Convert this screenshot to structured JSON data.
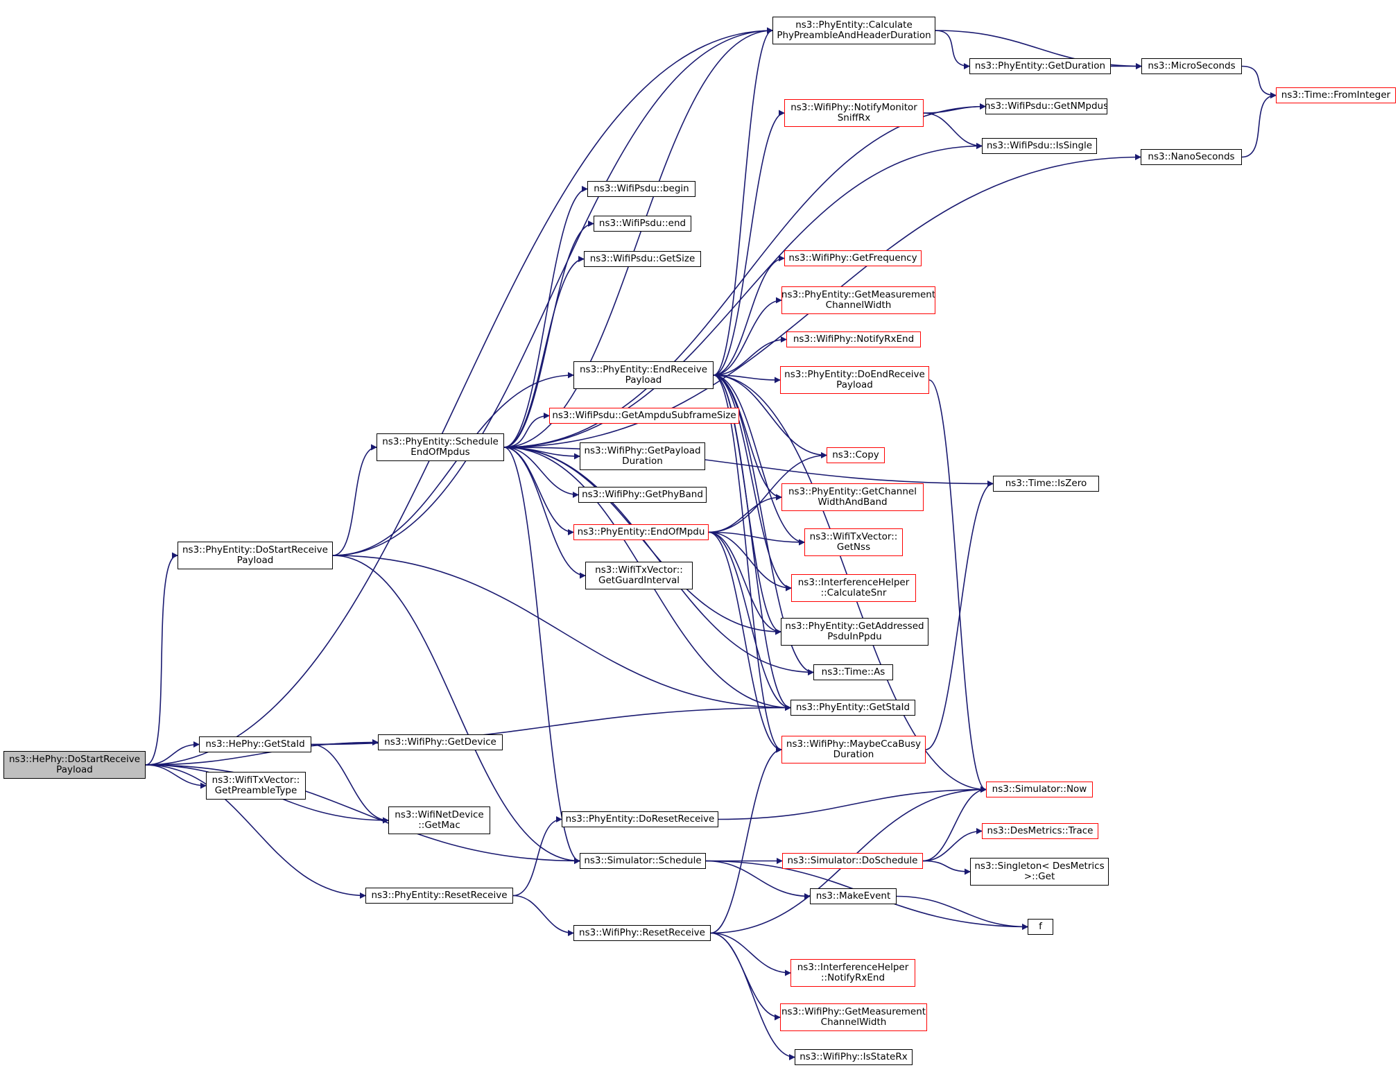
{
  "colors": {
    "edge": "#191970",
    "border_default": "#000000",
    "border_truncated": "#ff0000",
    "root_fill": "#bfbfbf"
  },
  "nodes": [
    {
      "id": "root",
      "lines": [
        "ns3::HePhy::DoStartReceive",
        "Payload"
      ],
      "style": "root"
    },
    {
      "id": "phy_dostart",
      "lines": [
        "ns3::PhyEntity::DoStartReceive",
        "Payload"
      ],
      "style": "normal"
    },
    {
      "id": "he_getstaid",
      "lines": [
        "ns3::HePhy::GetStaId"
      ],
      "style": "normal"
    },
    {
      "id": "wtv_getpreamble",
      "lines": [
        "ns3::WifiTxVector::",
        "GetPreambleType"
      ],
      "style": "normal"
    },
    {
      "id": "phy_resetreceive",
      "lines": [
        "ns3::PhyEntity::ResetReceive"
      ],
      "style": "normal"
    },
    {
      "id": "wifiphy_getdevice",
      "lines": [
        "ns3::WifiPhy::GetDevice"
      ],
      "style": "normal"
    },
    {
      "id": "wnd_getmac",
      "lines": [
        "ns3::WifiNetDevice",
        "::GetMac"
      ],
      "style": "normal"
    },
    {
      "id": "sched_endofmpdus",
      "lines": [
        "ns3::PhyEntity::Schedule",
        "EndOfMpdus"
      ],
      "style": "normal"
    },
    {
      "id": "calc_preamble",
      "lines": [
        "ns3::PhyEntity::Calculate",
        "PhyPreambleAndHeaderDuration"
      ],
      "style": "normal"
    },
    {
      "id": "phyentity_getduration",
      "lines": [
        "ns3::PhyEntity::GetDuration"
      ],
      "style": "normal"
    },
    {
      "id": "microseconds",
      "lines": [
        "ns3::MicroSeconds"
      ],
      "style": "normal"
    },
    {
      "id": "time_frominteger",
      "lines": [
        "ns3::Time::FromInteger"
      ],
      "style": "red"
    },
    {
      "id": "notify_monitor",
      "lines": [
        "ns3::WifiPhy::NotifyMonitor",
        "SniffRx"
      ],
      "style": "red"
    },
    {
      "id": "psdu_getnmpdus",
      "lines": [
        "ns3::WifiPsdu::GetNMpdus"
      ],
      "style": "normal"
    },
    {
      "id": "psdu_issingle",
      "lines": [
        "ns3::WifiPsdu::IsSingle"
      ],
      "style": "normal"
    },
    {
      "id": "nanoseconds",
      "lines": [
        "ns3::NanoSeconds"
      ],
      "style": "normal"
    },
    {
      "id": "psdu_begin",
      "lines": [
        "ns3::WifiPsdu::begin"
      ],
      "style": "normal"
    },
    {
      "id": "psdu_end",
      "lines": [
        "ns3::WifiPsdu::end"
      ],
      "style": "normal"
    },
    {
      "id": "psdu_getsize",
      "lines": [
        "ns3::WifiPsdu::GetSize"
      ],
      "style": "normal"
    },
    {
      "id": "wifiphy_getfrequency",
      "lines": [
        "ns3::WifiPhy::GetFrequency"
      ],
      "style": "red"
    },
    {
      "id": "phy_getmeas_cw",
      "lines": [
        "ns3::PhyEntity::GetMeasurement",
        "ChannelWidth"
      ],
      "style": "red"
    },
    {
      "id": "wifiphy_notifyrxend",
      "lines": [
        "ns3::WifiPhy::NotifyRxEnd"
      ],
      "style": "red"
    },
    {
      "id": "endreceivepayload",
      "lines": [
        "ns3::PhyEntity::EndReceive",
        "Payload"
      ],
      "style": "normal"
    },
    {
      "id": "doendreceivepayload",
      "lines": [
        "ns3::PhyEntity::DoEndReceive",
        "Payload"
      ],
      "style": "red"
    },
    {
      "id": "getampdusubframesize",
      "lines": [
        "ns3::WifiPsdu::GetAmpduSubframeSize"
      ],
      "style": "red"
    },
    {
      "id": "getpayloadduration",
      "lines": [
        "ns3::WifiPhy::GetPayload",
        "Duration"
      ],
      "style": "normal"
    },
    {
      "id": "getphyband",
      "lines": [
        "ns3::WifiPhy::GetPhyBand"
      ],
      "style": "normal"
    },
    {
      "id": "copy",
      "lines": [
        "ns3::Copy"
      ],
      "style": "red"
    },
    {
      "id": "getchannelwidthandband",
      "lines": [
        "ns3::PhyEntity::GetChannel",
        "WidthAndBand"
      ],
      "style": "red"
    },
    {
      "id": "endofmpdu",
      "lines": [
        "ns3::PhyEntity::EndOfMpdu"
      ],
      "style": "red"
    },
    {
      "id": "getnss",
      "lines": [
        "ns3::WifiTxVector::",
        "GetNss"
      ],
      "style": "red"
    },
    {
      "id": "getguardinterval",
      "lines": [
        "ns3::WifiTxVector::",
        "GetGuardInterval"
      ],
      "style": "normal"
    },
    {
      "id": "calculatesnr",
      "lines": [
        "ns3::InterferenceHelper",
        "::CalculateSnr"
      ],
      "style": "red"
    },
    {
      "id": "getaddressedpsdu",
      "lines": [
        "ns3::PhyEntity::GetAddressed",
        "PsduInPpdu"
      ],
      "style": "normal"
    },
    {
      "id": "time_as",
      "lines": [
        "ns3::Time::As"
      ],
      "style": "normal"
    },
    {
      "id": "phy_getstaid",
      "lines": [
        "ns3::PhyEntity::GetStaId"
      ],
      "style": "normal"
    },
    {
      "id": "maybeccabusy",
      "lines": [
        "ns3::WifiPhy::MaybeCcaBusy",
        "Duration"
      ],
      "style": "red"
    },
    {
      "id": "time_iszero",
      "lines": [
        "ns3::Time::IsZero"
      ],
      "style": "normal"
    },
    {
      "id": "simulator_now",
      "lines": [
        "ns3::Simulator::Now"
      ],
      "style": "red"
    },
    {
      "id": "phy_doresetreceive",
      "lines": [
        "ns3::PhyEntity::DoResetReceive"
      ],
      "style": "normal"
    },
    {
      "id": "simulator_schedule",
      "lines": [
        "ns3::Simulator::Schedule"
      ],
      "style": "normal"
    },
    {
      "id": "simulator_doschedule",
      "lines": [
        "ns3::Simulator::DoSchedule"
      ],
      "style": "red"
    },
    {
      "id": "desmetrics_trace",
      "lines": [
        "ns3::DesMetrics::Trace"
      ],
      "style": "red"
    },
    {
      "id": "singleton_get",
      "lines": [
        "ns3::Singleton< DesMetrics",
        ">::Get"
      ],
      "style": "normal"
    },
    {
      "id": "makeevent",
      "lines": [
        "ns3::MakeEvent"
      ],
      "style": "normal"
    },
    {
      "id": "f",
      "lines": [
        "f"
      ],
      "style": "normal"
    },
    {
      "id": "wifiphy_resetreceive",
      "lines": [
        "ns3::WifiPhy::ResetReceive"
      ],
      "style": "normal"
    },
    {
      "id": "ih_notifyrxend",
      "lines": [
        "ns3::InterferenceHelper",
        "::NotifyRxEnd"
      ],
      "style": "red"
    },
    {
      "id": "wifiphy_getmeas_cw",
      "lines": [
        "ns3::WifiPhy::GetMeasurement",
        "ChannelWidth"
      ],
      "style": "red"
    },
    {
      "id": "wifiphy_isstaterx",
      "lines": [
        "ns3::WifiPhy::IsStateRx"
      ],
      "style": "normal"
    }
  ],
  "edges": [
    [
      "root",
      "calc_preamble"
    ],
    [
      "root",
      "phy_dostart"
    ],
    [
      "root",
      "he_getstaid"
    ],
    [
      "root",
      "wifiphy_getdevice"
    ],
    [
      "root",
      "wtv_getpreamble"
    ],
    [
      "root",
      "wnd_getmac"
    ],
    [
      "root",
      "simulator_schedule"
    ],
    [
      "root",
      "phy_resetreceive"
    ],
    [
      "phy_dostart",
      "calc_preamble"
    ],
    [
      "phy_dostart",
      "sched_endofmpdus"
    ],
    [
      "phy_dostart",
      "endreceivepayload"
    ],
    [
      "phy_dostart",
      "phy_getstaid"
    ],
    [
      "phy_dostart",
      "simulator_schedule"
    ],
    [
      "he_getstaid",
      "wifiphy_getdevice"
    ],
    [
      "he_getstaid",
      "wnd_getmac"
    ],
    [
      "he_getstaid",
      "phy_getstaid"
    ],
    [
      "phy_resetreceive",
      "phy_doresetreceive"
    ],
    [
      "phy_resetreceive",
      "wifiphy_resetreceive"
    ],
    [
      "sched_endofmpdus",
      "calc_preamble"
    ],
    [
      "sched_endofmpdus",
      "psdu_getnmpdus"
    ],
    [
      "sched_endofmpdus",
      "psdu_issingle"
    ],
    [
      "sched_endofmpdus",
      "psdu_begin"
    ],
    [
      "sched_endofmpdus",
      "psdu_end"
    ],
    [
      "sched_endofmpdus",
      "psdu_getsize"
    ],
    [
      "sched_endofmpdus",
      "nanoseconds"
    ],
    [
      "sched_endofmpdus",
      "time_iszero"
    ],
    [
      "sched_endofmpdus",
      "getampdusubframesize"
    ],
    [
      "sched_endofmpdus",
      "getpayloadduration"
    ],
    [
      "sched_endofmpdus",
      "getphyband"
    ],
    [
      "sched_endofmpdus",
      "endofmpdu"
    ],
    [
      "sched_endofmpdus",
      "getguardinterval"
    ],
    [
      "sched_endofmpdus",
      "getaddressedpsdu"
    ],
    [
      "sched_endofmpdus",
      "time_as"
    ],
    [
      "sched_endofmpdus",
      "phy_getstaid"
    ],
    [
      "sched_endofmpdus",
      "simulator_schedule"
    ],
    [
      "calc_preamble",
      "phyentity_getduration"
    ],
    [
      "calc_preamble",
      "microseconds"
    ],
    [
      "phyentity_getduration",
      "microseconds"
    ],
    [
      "microseconds",
      "time_frominteger"
    ],
    [
      "nanoseconds",
      "time_frominteger"
    ],
    [
      "notify_monitor",
      "psdu_getnmpdus"
    ],
    [
      "notify_monitor",
      "psdu_issingle"
    ],
    [
      "endreceivepayload",
      "calc_preamble"
    ],
    [
      "endreceivepayload",
      "notify_monitor"
    ],
    [
      "endreceivepayload",
      "wifiphy_getfrequency"
    ],
    [
      "endreceivepayload",
      "phy_getmeas_cw"
    ],
    [
      "endreceivepayload",
      "wifiphy_notifyrxend"
    ],
    [
      "endreceivepayload",
      "doendreceivepayload"
    ],
    [
      "endreceivepayload",
      "simulator_now"
    ],
    [
      "endreceivepayload",
      "copy"
    ],
    [
      "endreceivepayload",
      "getchannelwidthandband"
    ],
    [
      "endreceivepayload",
      "getnss"
    ],
    [
      "endreceivepayload",
      "calculatesnr"
    ],
    [
      "endreceivepayload",
      "getaddressedpsdu"
    ],
    [
      "endreceivepayload",
      "time_as"
    ],
    [
      "endreceivepayload",
      "phy_getstaid"
    ],
    [
      "endreceivepayload",
      "maybeccabusy"
    ],
    [
      "doendreceivepayload",
      "simulator_now"
    ],
    [
      "endofmpdu",
      "copy"
    ],
    [
      "endofmpdu",
      "getchannelwidthandband"
    ],
    [
      "endofmpdu",
      "getnss"
    ],
    [
      "endofmpdu",
      "calculatesnr"
    ],
    [
      "endofmpdu",
      "getaddressedpsdu"
    ],
    [
      "endofmpdu",
      "phy_getstaid"
    ],
    [
      "endofmpdu",
      "maybeccabusy"
    ],
    [
      "maybeccabusy",
      "time_iszero"
    ],
    [
      "phy_doresetreceive",
      "simulator_now"
    ],
    [
      "simulator_schedule",
      "simulator_doschedule"
    ],
    [
      "simulator_schedule",
      "makeevent"
    ],
    [
      "simulator_schedule",
      "f"
    ],
    [
      "simulator_doschedule",
      "simulator_now"
    ],
    [
      "simulator_doschedule",
      "desmetrics_trace"
    ],
    [
      "simulator_doschedule",
      "singleton_get"
    ],
    [
      "makeevent",
      "f"
    ],
    [
      "wifiphy_resetreceive",
      "maybeccabusy"
    ],
    [
      "wifiphy_resetreceive",
      "simulator_now"
    ],
    [
      "wifiphy_resetreceive",
      "ih_notifyrxend"
    ],
    [
      "wifiphy_resetreceive",
      "wifiphy_getmeas_cw"
    ],
    [
      "wifiphy_resetreceive",
      "wifiphy_isstaterx"
    ]
  ]
}
